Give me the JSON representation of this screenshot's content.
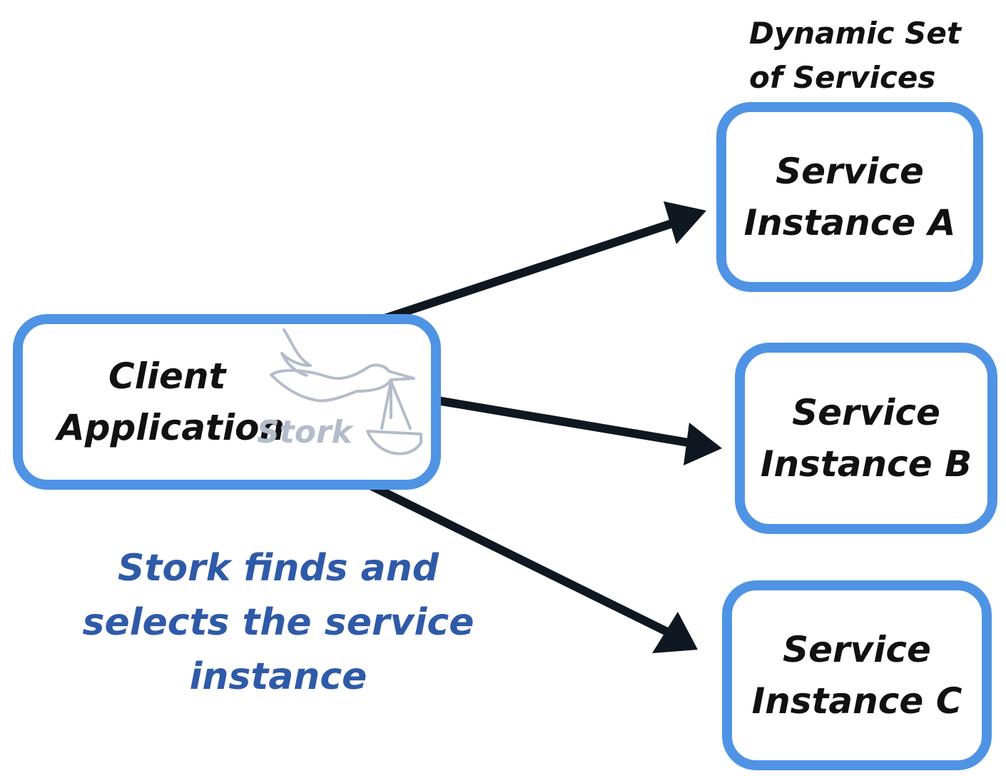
{
  "set_label": {
    "line1": "Dynamic Set",
    "line2": "of Services"
  },
  "client": {
    "line1": "Client",
    "line2": "Application",
    "logo_text": "Stork"
  },
  "services": [
    {
      "line1": "Service",
      "line2": "Instance A"
    },
    {
      "line1": "Service",
      "line2": "Instance B"
    },
    {
      "line1": "Service",
      "line2": "Instance C"
    }
  ],
  "caption": {
    "line1": "Stork finds and",
    "line2": "selects the service",
    "line3": "instance"
  },
  "colors": {
    "box_border": "#4f93e4",
    "arrow": "#0f1720",
    "caption": "#2f5aa8",
    "logo": "#b4bccb"
  }
}
